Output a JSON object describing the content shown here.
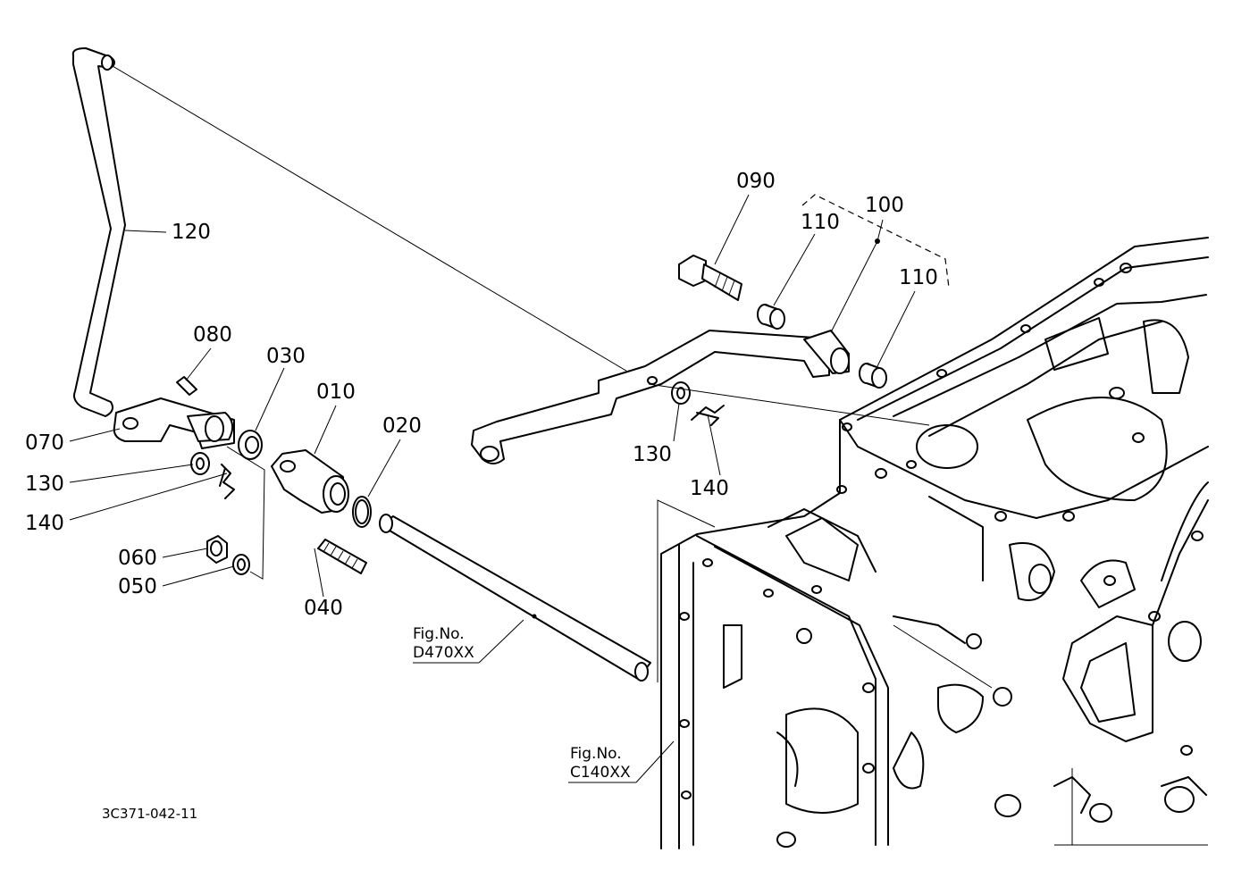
{
  "diagram": {
    "document_code": "3C371-042-11",
    "callouts": [
      {
        "id": "c090",
        "label": "090"
      },
      {
        "id": "c100",
        "label": "100"
      },
      {
        "id": "c110a",
        "label": "110"
      },
      {
        "id": "c110b",
        "label": "110"
      },
      {
        "id": "c120",
        "label": "120"
      },
      {
        "id": "c080",
        "label": "080"
      },
      {
        "id": "c030",
        "label": "030"
      },
      {
        "id": "c010",
        "label": "010"
      },
      {
        "id": "c020",
        "label": "020"
      },
      {
        "id": "c070",
        "label": "070"
      },
      {
        "id": "c130a",
        "label": "130"
      },
      {
        "id": "c140a",
        "label": "140"
      },
      {
        "id": "c060",
        "label": "060"
      },
      {
        "id": "c050",
        "label": "050"
      },
      {
        "id": "c040",
        "label": "040"
      },
      {
        "id": "c130b",
        "label": "130"
      },
      {
        "id": "c140b",
        "label": "140"
      }
    ],
    "figure_refs": [
      {
        "line1": "Fig.No.",
        "line2": "D470XX"
      },
      {
        "line1": "Fig.No.",
        "line2": "C140XX"
      }
    ]
  }
}
